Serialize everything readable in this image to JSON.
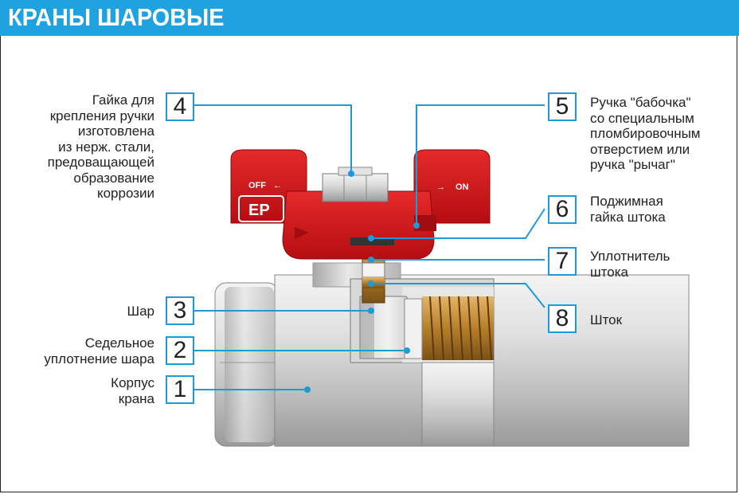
{
  "header": {
    "title": "КРАНЫ ШАРОВЫЕ"
  },
  "callouts": [
    {
      "number": "1",
      "label": "Корпус\nкрана"
    },
    {
      "number": "2",
      "label": "Седельное\nуплотнение шара"
    },
    {
      "number": "3",
      "label": "Шар"
    },
    {
      "number": "4",
      "label": "Гайка для\nкрепления ручки\nизготовлена\nиз нерж. стали,\nпредоващающей\nобразование\nкоррозии"
    },
    {
      "number": "5",
      "label": "Ручка \"бабочка\"\nсо специальным\nпломбировочным\nотверстием или\nручка \"рычаг\""
    },
    {
      "number": "6",
      "label": "Поджимная\nгайка штока"
    },
    {
      "number": "7",
      "label": "Уплотнитель\nштока"
    },
    {
      "number": "8",
      "label": "Шток"
    }
  ],
  "handle": {
    "text_off": "OFF",
    "text_on": "ON",
    "badge": "EP"
  },
  "colors": {
    "accent": "#1fa3e0",
    "handle_red": "#d8141c",
    "body_silver": "#c9c9c9",
    "brass": "#c8913a"
  }
}
